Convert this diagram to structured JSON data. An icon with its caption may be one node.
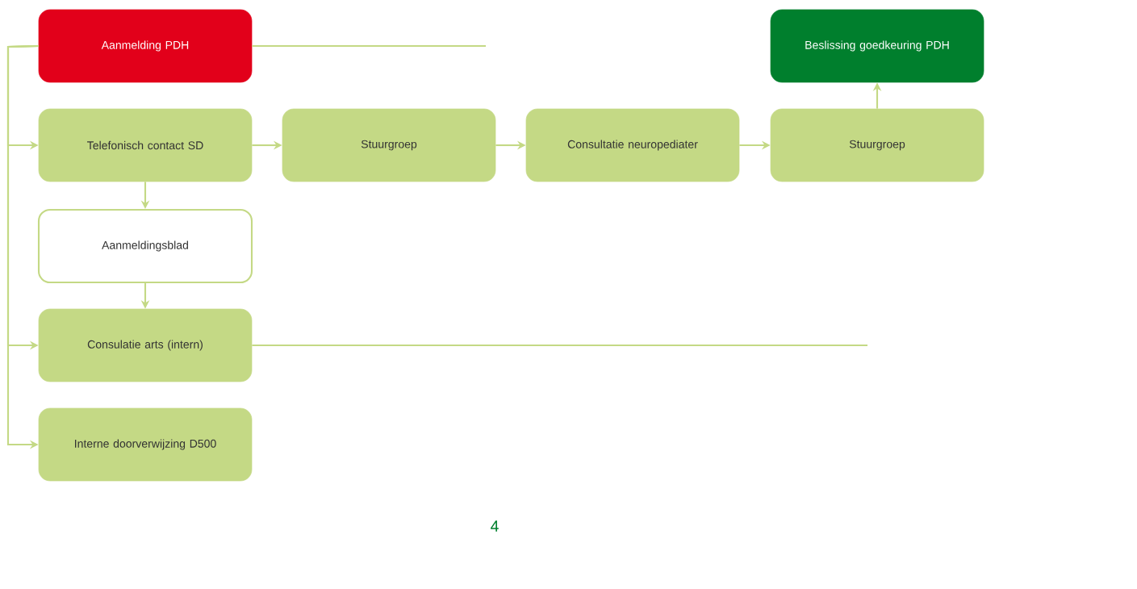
{
  "diagram": {
    "nodes": [
      {
        "text": [
          "Aanmelding PDH"
        ]
      },
      {
        "text": [
          "Beslissing goedkeuring PDH"
        ]
      },
      {
        "text": [
          "Telefonisch contact SD"
        ]
      },
      {
        "text": [
          "Stuurgroep"
        ]
      },
      {
        "text": [
          "Consultatie neuropediater"
        ]
      },
      {
        "text": [
          "Stuurgroep"
        ]
      },
      {
        "text": [
          "Aanmeldingsblad"
        ]
      },
      {
        "text": [
          "Consulatie arts (intern)"
        ]
      },
      {
        "text": [
          "Interne doorverwijzing D500"
        ]
      }
    ],
    "edges": [
      {
        "from": 0,
        "to": 2,
        "arrow": "to"
      },
      {
        "from": 0,
        "to": 7,
        "arrow": "to"
      },
      {
        "from": 0,
        "to": 8,
        "arrow": "to"
      },
      {
        "from": 0,
        "to": null,
        "arrow": "none"
      },
      {
        "from": 2,
        "to": 3,
        "arrow": "to"
      },
      {
        "from": 3,
        "to": 4,
        "arrow": "to"
      },
      {
        "from": 4,
        "to": 5,
        "arrow": "to"
      },
      {
        "from": 5,
        "to": 1,
        "arrow": "to"
      },
      {
        "from": 2,
        "to": 6,
        "arrow": "to"
      },
      {
        "from": 6,
        "to": 7,
        "arrow": "to"
      },
      {
        "from": 7,
        "to": null,
        "arrow": "none"
      }
    ],
    "labels": [
      "4"
    ]
  }
}
